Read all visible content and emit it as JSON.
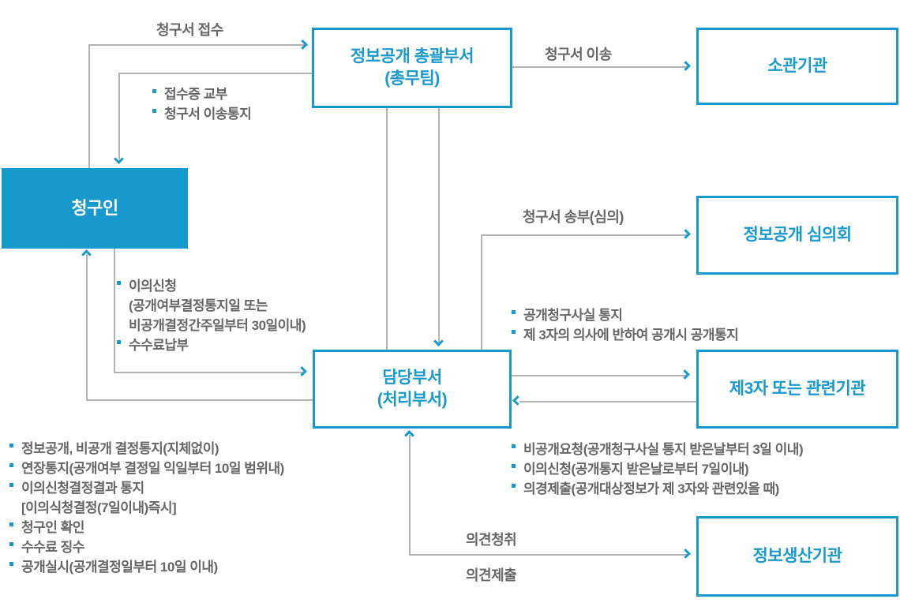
{
  "colors": {
    "accent_blue": "#1899cd",
    "line_gray": "#b3b3b3",
    "text_gray": "#666666"
  },
  "nodes": {
    "requester": {
      "label": "청구인"
    },
    "general_dept": {
      "label": "정보공개 총괄부서",
      "sub": "(총무팀)"
    },
    "competent_agency": {
      "label": "소관기관"
    },
    "review_committee": {
      "label": "정보공개 심의회"
    },
    "handling_dept": {
      "label": "담당부서",
      "sub": "(처리부서)"
    },
    "third_party": {
      "label": "제3자 또는 관련기관"
    },
    "info_producer": {
      "label": "정보생산기관"
    }
  },
  "edge_labels": {
    "request_received": "청구서 접수",
    "request_forwarded": "청구서 이송",
    "request_sent_review": "청구서 송부(심의)",
    "opinion_hearing": "의견청취",
    "opinion_submission": "의견제출"
  },
  "notes": {
    "to_requester_top": [
      "접수증 교부",
      "청구서 이송통지"
    ],
    "from_requester": [
      "이의신청",
      "(공개여부결정통지일 또는",
      "비공개결정간주일부터 30일이내)",
      "수수료납부"
    ],
    "to_third_party": [
      "공개청구사실 통지",
      "제 3자의 의사에 반하여 공개시 공개통지"
    ],
    "from_third_party": [
      "비공개요청(공개청구사실 통지 받은날부터 3일 이내)",
      "이의신청(공개통지 받은날로부터 7일이내)",
      "의경제출(공개대상정보가 제 3자와 관련있을 때)"
    ],
    "to_requester_bottom": [
      "정보공개, 비공개 결정통지(지체없이)",
      "연장통지(공개여부 결정일 익일부터 10일 범위내)",
      "이의신청결정결과 통지",
      "[이의식청결정(7일이내)즉시]",
      "청구인 확인",
      "수수료 징수",
      "공개실시(공개결정일부터 10일 이내)"
    ]
  }
}
